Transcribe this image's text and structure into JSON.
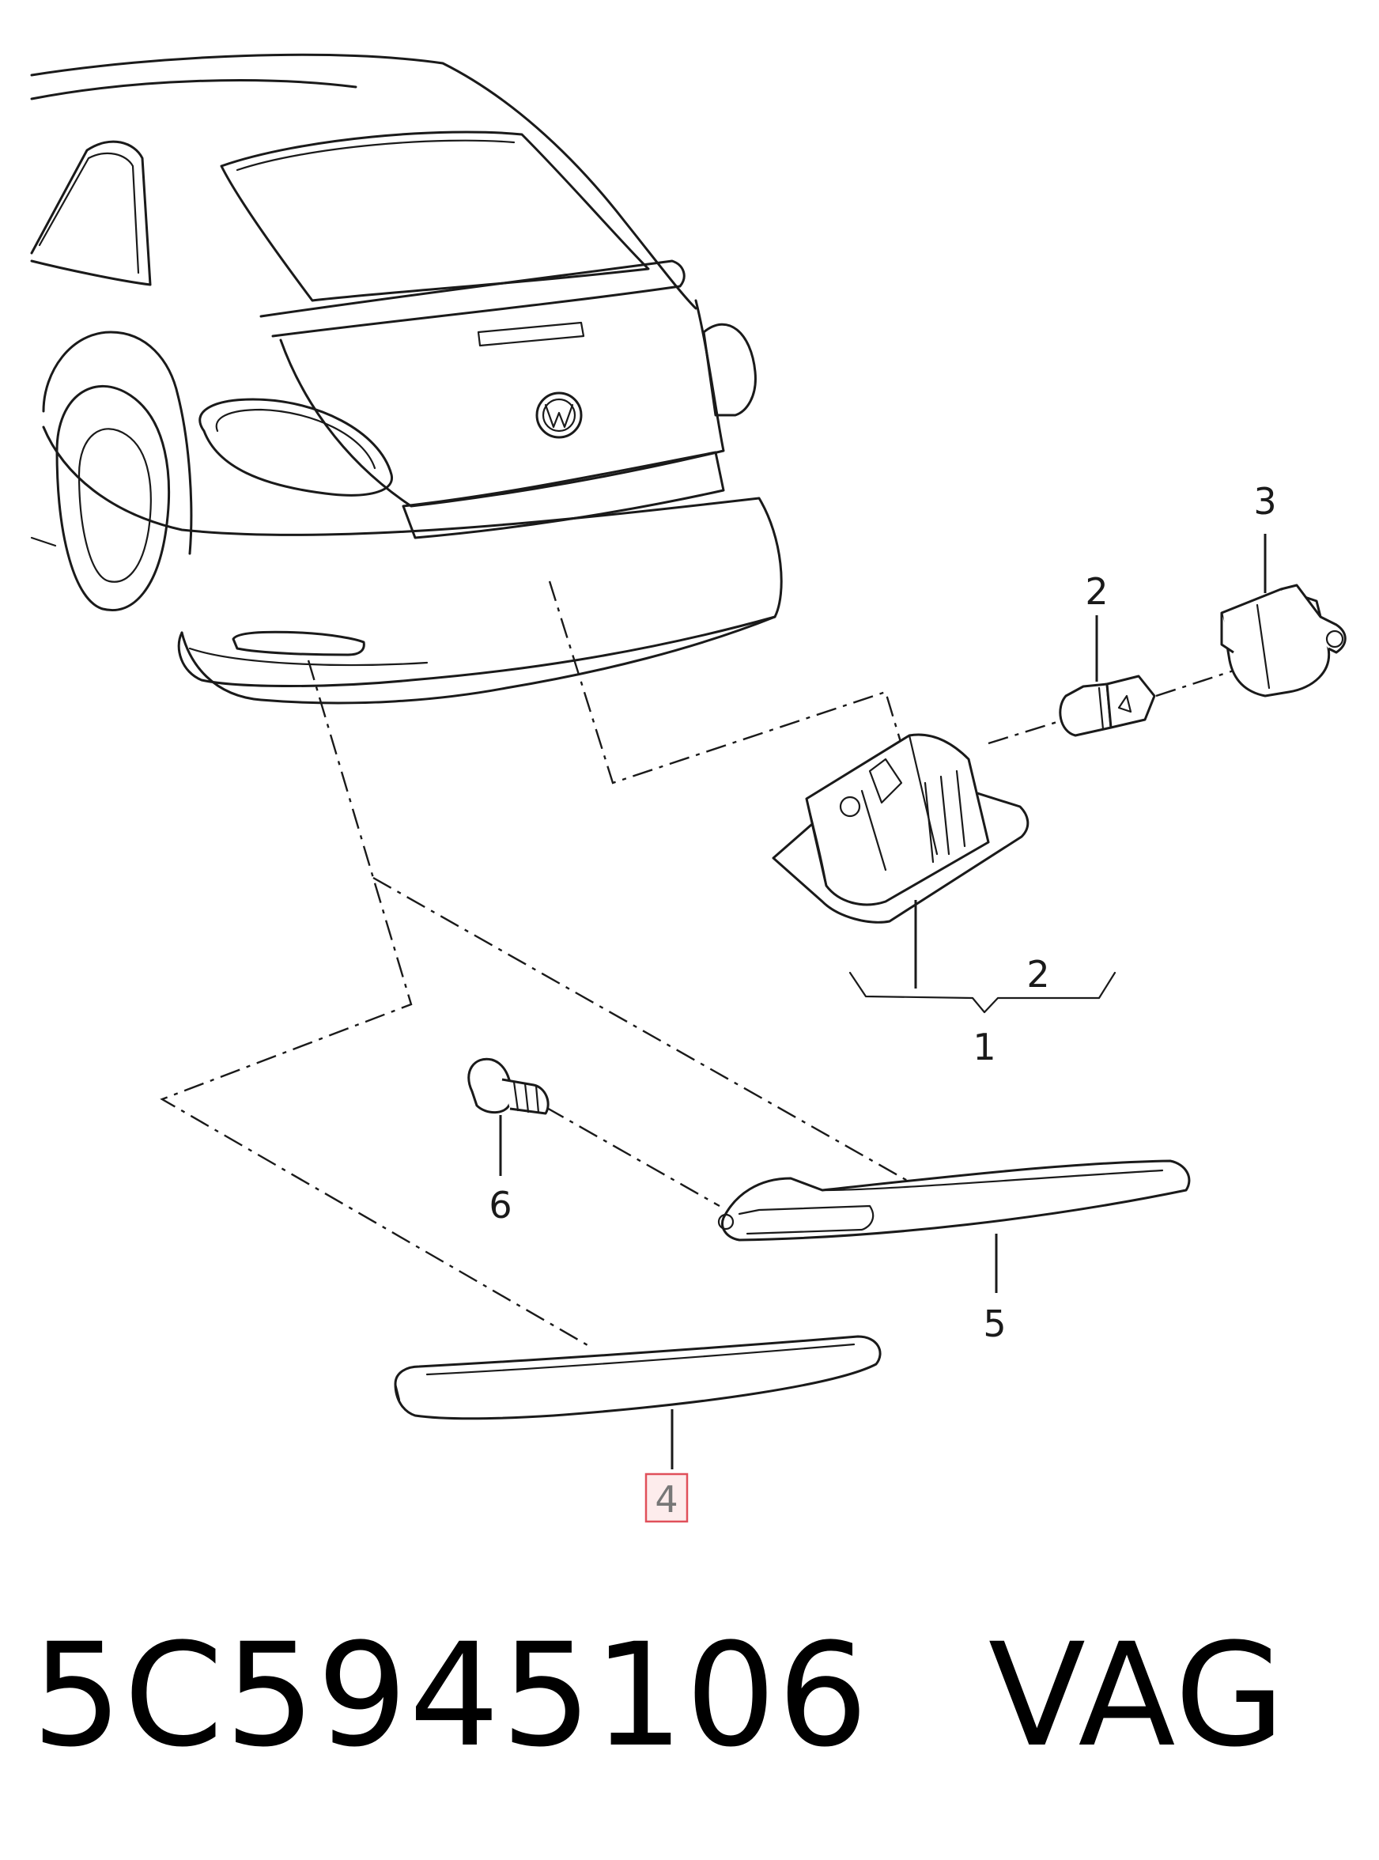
{
  "diagram": {
    "callouts": [
      {
        "id": "1",
        "label": "1"
      },
      {
        "id": "2a",
        "label": "2"
      },
      {
        "id": "2b",
        "label": "2"
      },
      {
        "id": "3",
        "label": "3"
      },
      {
        "id": "4",
        "label": "4",
        "highlighted": true
      },
      {
        "id": "5",
        "label": "5"
      },
      {
        "id": "6",
        "label": "6"
      }
    ],
    "highlight_color": "#e0505a"
  },
  "footer": {
    "part_number": "5C5945106",
    "brand": "VAG"
  }
}
